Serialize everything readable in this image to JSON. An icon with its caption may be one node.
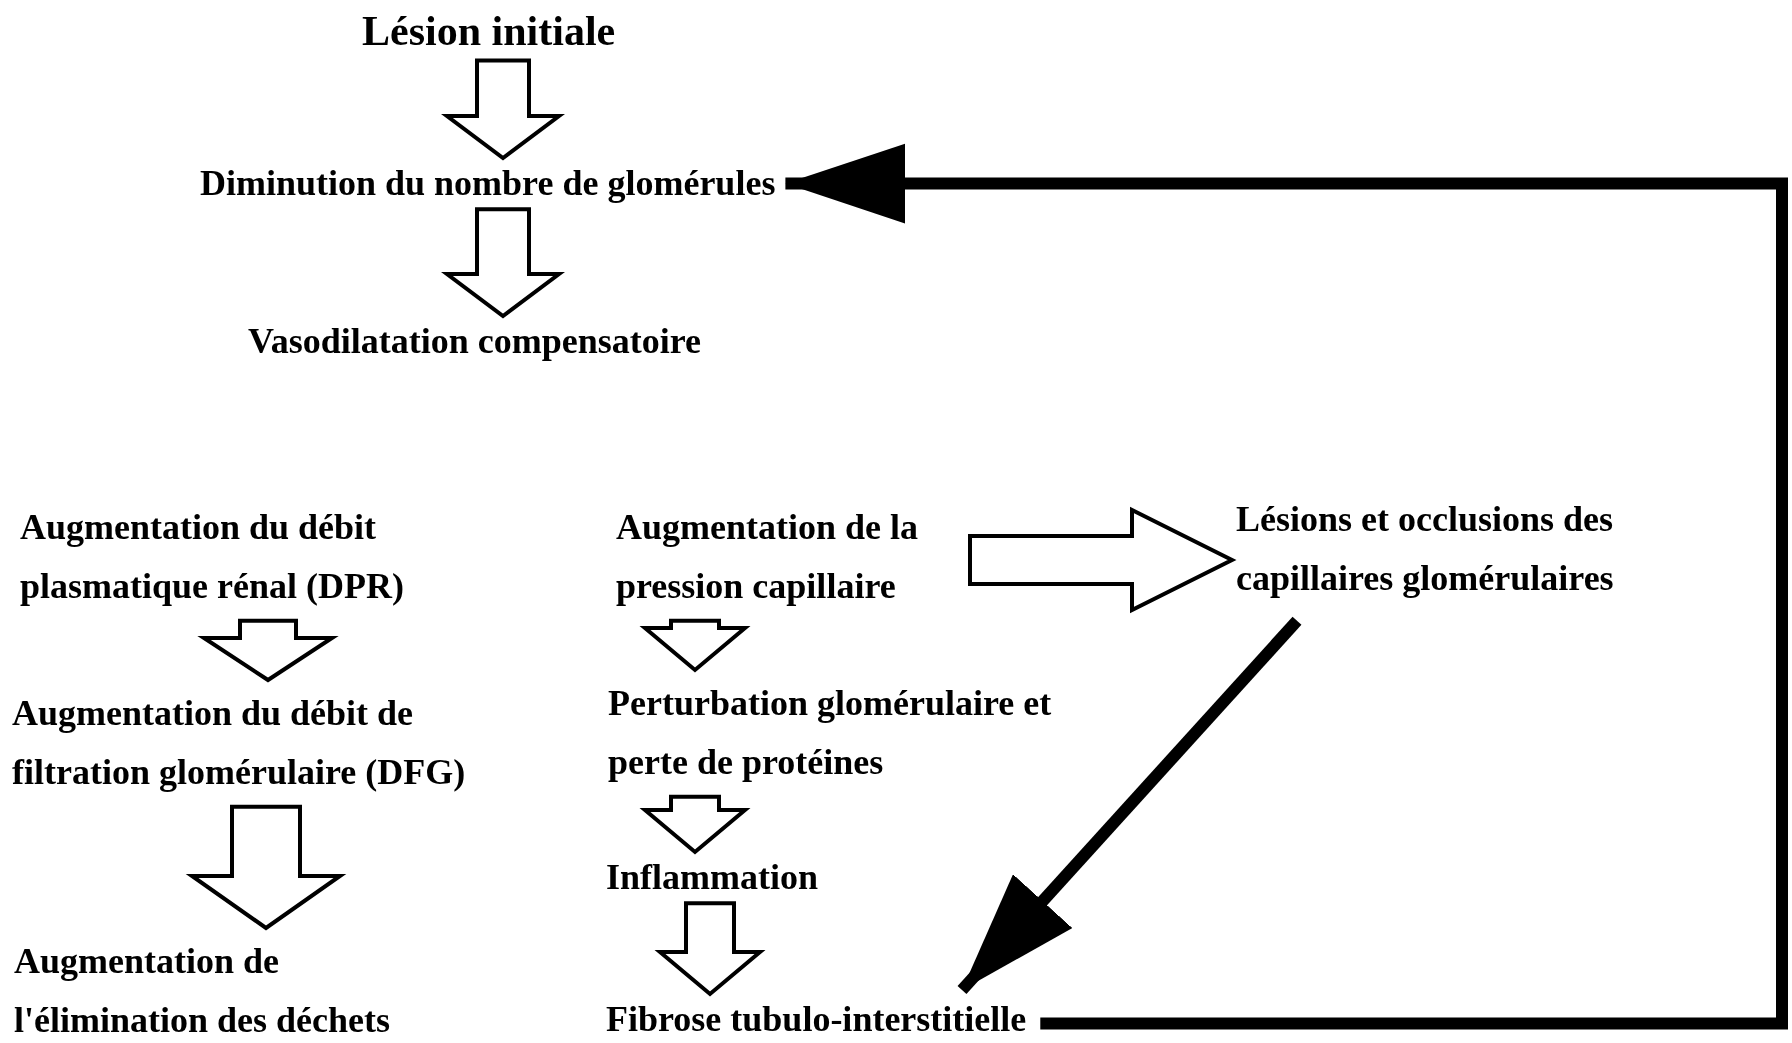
{
  "diagram": {
    "nodes": [
      {
        "text": [
          "Lésion initiale"
        ]
      },
      {
        "text": [
          "Diminution du nombre de glomérules"
        ]
      },
      {
        "text": [
          "Vasodilatation compensatoire"
        ]
      },
      {
        "text": [
          "Augmentation du débit plasmatique rénal (DPR)"
        ]
      },
      {
        "text": [
          "Augmentation de la pression capillaire"
        ]
      },
      {
        "text": [
          "Lésions et occlusions des capillaires glomérulaires"
        ]
      },
      {
        "text": [
          "Augmentation du débit de filtration glomérulaire (DFG)"
        ]
      },
      {
        "text": [
          "Perturbation glomérulaire et perte de protéines"
        ]
      },
      {
        "text": [
          "Augmentation de l'élimination des déchets"
        ]
      },
      {
        "text": [
          "Inflammation"
        ]
      },
      {
        "text": [
          "Fibrose tubulo-interstitielle"
        ]
      }
    ],
    "edges": [
      {
        "from": 0,
        "to": 1,
        "arrow": "to"
      },
      {
        "from": 1,
        "to": 2,
        "arrow": "to"
      },
      {
        "from": 3,
        "to": 6,
        "arrow": "to"
      },
      {
        "from": 6,
        "to": 8,
        "arrow": "to"
      },
      {
        "from": 4,
        "to": 5,
        "arrow": "to"
      },
      {
        "from": 4,
        "to": 7,
        "arrow": "to"
      },
      {
        "from": 7,
        "to": 9,
        "arrow": "to"
      },
      {
        "from": 9,
        "to": 10,
        "arrow": "to"
      },
      {
        "from": 5,
        "to": 10,
        "arrow": "to"
      },
      {
        "from": 10,
        "to": 1,
        "arrow": "to"
      }
    ]
  }
}
